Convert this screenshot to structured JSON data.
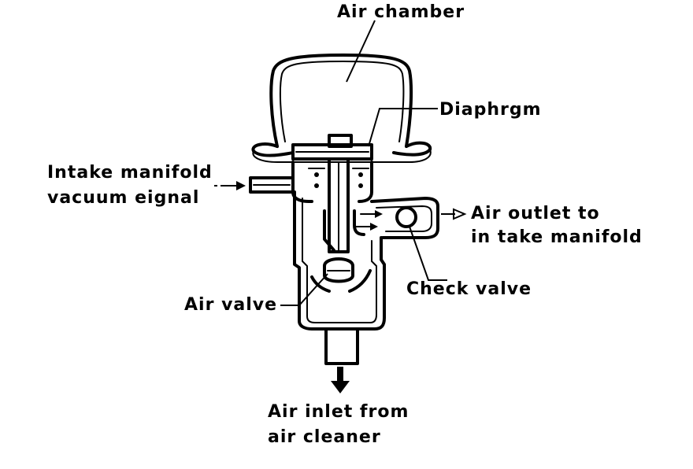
{
  "labels": {
    "air_chamber": "Air chamber",
    "diaphragm": "Diaphrgm",
    "intake_line1": "Intake manifold",
    "intake_line2": "vacuum eignal",
    "outlet_line1": "Air outlet to",
    "outlet_line2": "in take manifold",
    "check_valve": "Check valve",
    "air_valve": "Air valve",
    "inlet_line1": "Air inlet from",
    "inlet_line2": "air cleaner"
  },
  "colors": {
    "ink": "#000000",
    "paper": "#ffffff"
  }
}
